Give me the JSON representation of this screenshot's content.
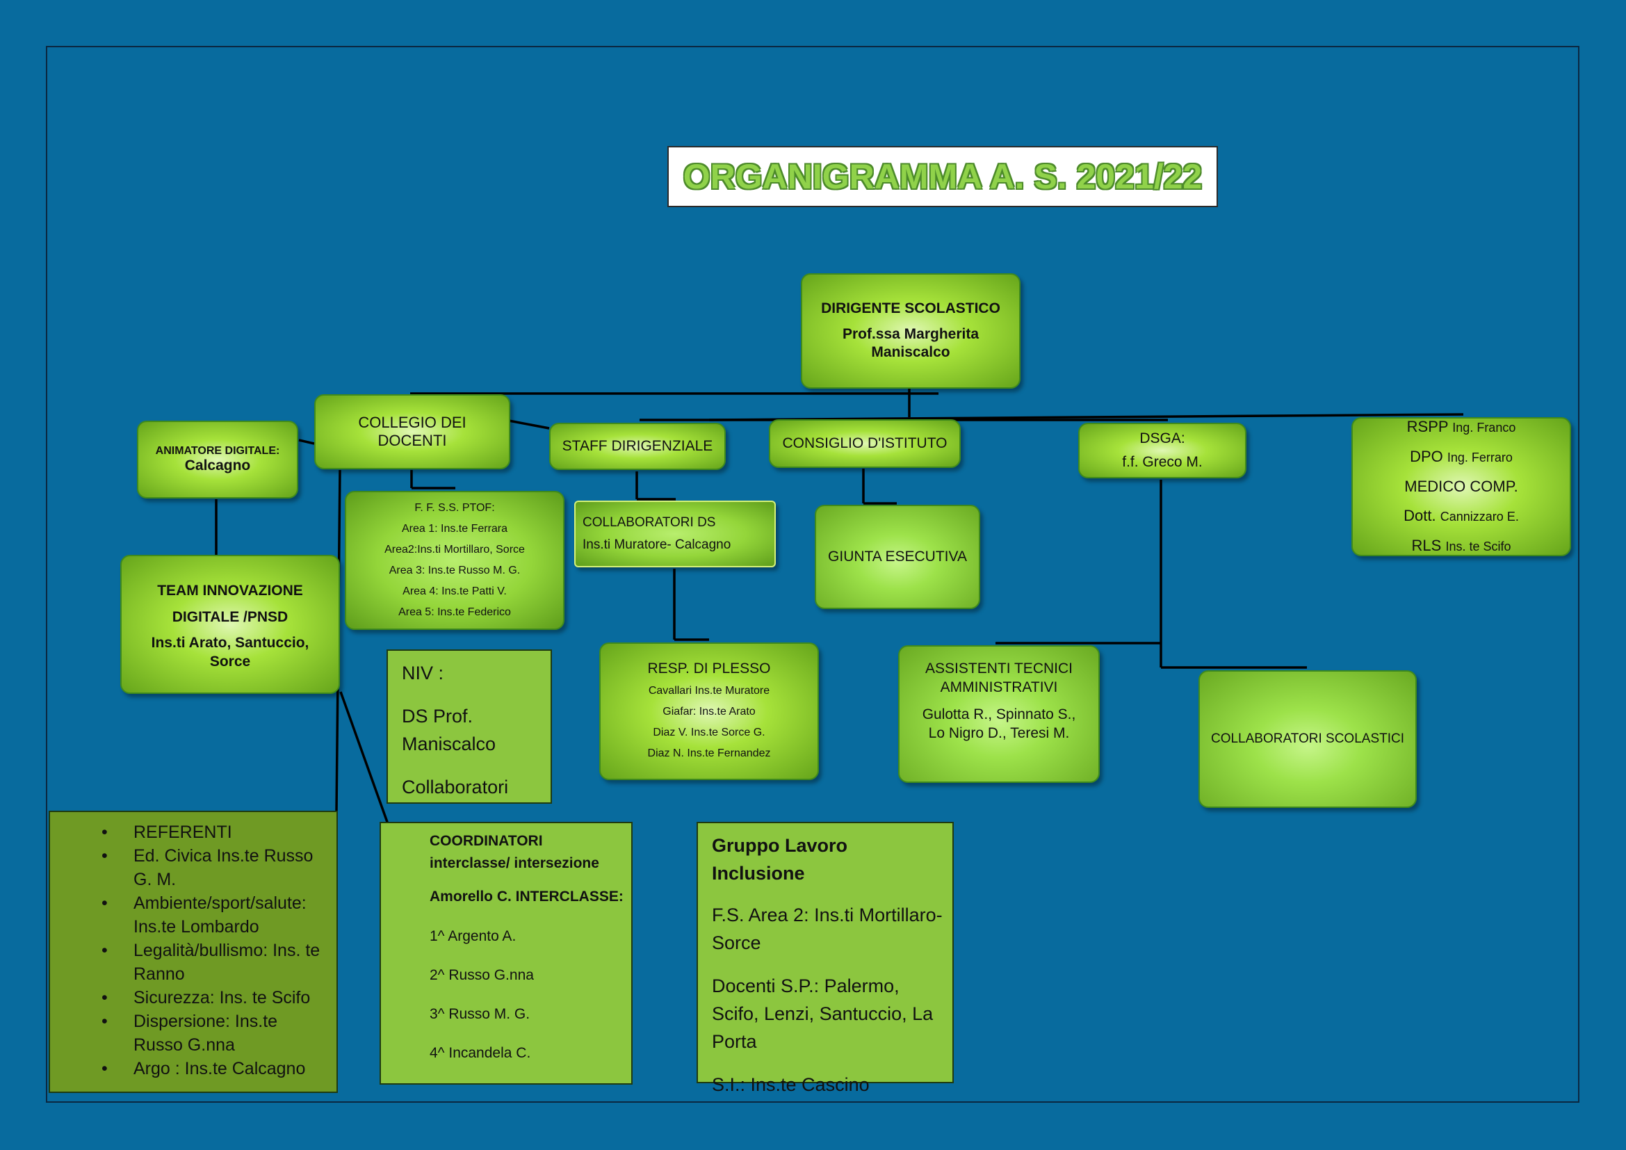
{
  "title": "ORGANIGRAMMA A. S. 2021/22",
  "dirigente": {
    "heading": "DIRIGENTE SCOLASTICO",
    "name": "Prof.ssa Margherita Maniscalco"
  },
  "collegio": {
    "label": "COLLEGIO DEI DOCENTI"
  },
  "animatore": {
    "heading": "ANIMATORE DIGITALE:",
    "name": "Calcagno"
  },
  "staff": {
    "label": "STAFF DIRIGENZIALE"
  },
  "consiglio": {
    "label": "CONSIGLIO D'ISTITUTO"
  },
  "dsga": {
    "heading": "DSGA:",
    "name": "f.f. Greco M."
  },
  "safety": {
    "lines": [
      {
        "strong": "RSPP",
        "small": "Ing. Franco"
      },
      {
        "strong": "DPO",
        "small": "Ing. Ferraro"
      },
      {
        "strong": "MEDICO COMP.",
        "small": ""
      },
      {
        "strong": "Dott.",
        "small": "Cannizzaro E."
      },
      {
        "strong": "RLS",
        "small": "Ins. te Scifo"
      }
    ]
  },
  "team": {
    "heading_1": "TEAM INNOVAZIONE",
    "heading_2": "DIGITALE /PNSD",
    "members": "Ins.ti Arato, Santuccio, Sorce"
  },
  "ffss": {
    "lines": [
      "F. F. S.S. PTOF:",
      "Area 1: Ins.te Ferrara",
      "Area2:Ins.ti  Mortillaro, Sorce",
      "Area 3: Ins.te Russo M. G.",
      "Area 4: Ins.te Patti V.",
      "Area 5: Ins.te Federico"
    ]
  },
  "collaboratori_ds": {
    "heading": "COLLABORATORI DS",
    "names": "Ins.ti Muratore- Calcagno"
  },
  "giunta": {
    "label": "GIUNTA ESECUTIVA"
  },
  "resp_plesso": {
    "heading": "RESP. DI PLESSO",
    "lines": [
      "Cavallari Ins.te Muratore",
      "Giafar: Ins.te Arato",
      "Diaz V. Ins.te Sorce G.",
      "Diaz N. Ins.te Fernandez"
    ]
  },
  "assistenti": {
    "heading_1": "ASSISTENTI TECNICI",
    "heading_2": "AMMINISTRATIVI",
    "names_1": "Gulotta R., Spinnato S.,",
    "names_2": "Lo Nigro D., Teresi M."
  },
  "collaboratori_scolastici": {
    "label": "COLLABORATORI SCOLASTICI"
  },
  "niv": {
    "heading": "NIV :",
    "line_1": "DS Prof.",
    "line_2": "Maniscalco",
    "line_3": "Collaboratori"
  },
  "referenti": {
    "items": [
      "REFERENTI",
      "Ed. Civica Ins.te  Russo G. M.",
      "Ambiente/sport/salute: Ins.te Lombardo",
      "Legalità/bullismo: Ins. te Ranno",
      "Sicurezza: Ins.  te Scifo",
      "Dispersione: Ins.te Russo G.nna",
      "Argo : Ins.te Calcagno"
    ]
  },
  "coordinatori": {
    "heading": "COORDINATORI interclasse/ intersezione",
    "subheading": "Amorello C. INTERCLASSE:",
    "items": [
      "1^ Argento A.",
      "2^ Russo G.nna",
      "3^ Russo M. G.",
      "4^ Incandela C."
    ]
  },
  "gli": {
    "heading": "Gruppo Lavoro Inclusione",
    "line_1": "F.S. Area 2: Ins.ti Mortillaro- Sorce",
    "line_2": "Docenti S.P.:  Palermo, Scifo, Lenzi, Santuccio, La Porta",
    "line_3": "S.I.: Ins.te Cascino"
  }
}
